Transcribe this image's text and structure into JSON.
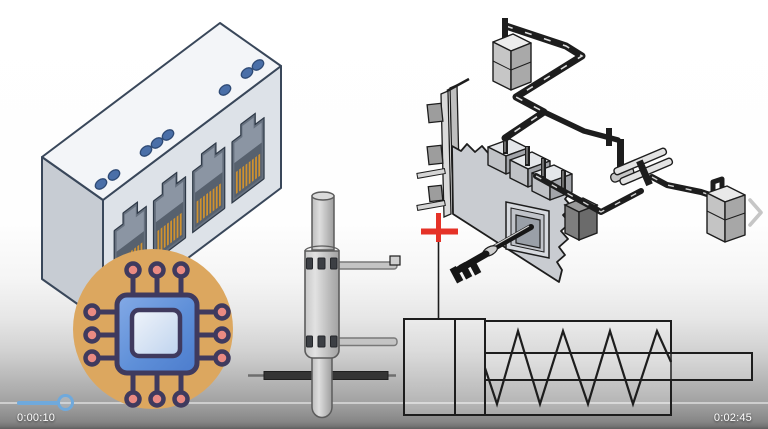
{
  "player": {
    "current_time": "0:00:10",
    "total_time": "0:02:45",
    "progress_fraction": 0.086
  },
  "colors": {
    "accent_blue": "#6fa9dc",
    "marker_red": "#e53228",
    "badge_tan": "#dca75f",
    "chip_blue": "#5e8fd8",
    "chip_outline": "#3f3a5e",
    "pin_salmon": "#ea8a82",
    "contact_gold": "#d0922f",
    "led_blue": "#4a6fa8",
    "line_dark": "#1d1d1d",
    "chevron_gray": "#c6c6c6",
    "time_text": "#ffffff"
  },
  "scene": {
    "illustrations": [
      "rj45-quad-port-connector",
      "cpu-chip-badge",
      "probe-shaft-assembly",
      "stamped-leadframe-assembly",
      "red-crosshair-marker",
      "spring-cylinder-schematic"
    ]
  }
}
